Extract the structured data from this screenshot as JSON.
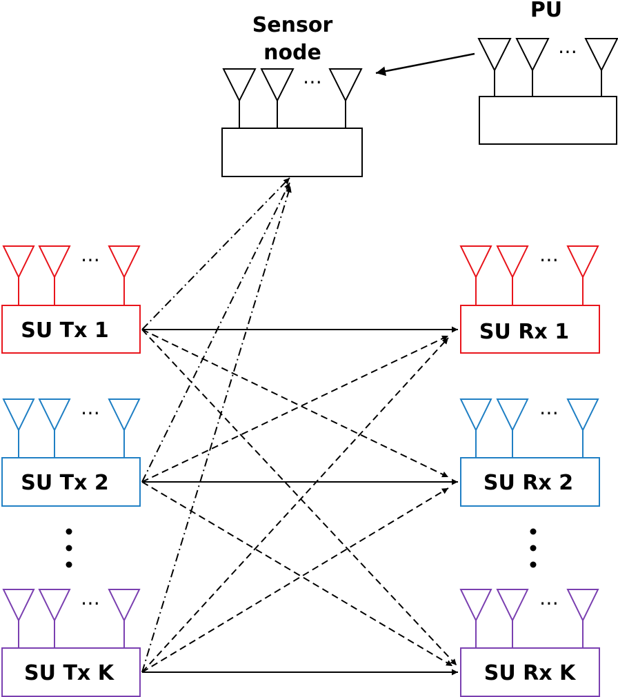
{
  "labels": {
    "pu": "PU",
    "sensor_line1": "Sensor",
    "sensor_line2": "node",
    "tx1": "SU Tx 1",
    "tx2": "SU Tx 2",
    "txk": "SU Tx K",
    "rx1": "SU Rx 1",
    "rx2": "SU Rx 2",
    "rxk": "SU Rx K"
  },
  "ellipsis": "⋯",
  "colors": {
    "node_1": "#e8141b",
    "node_2": "#1f7fc4",
    "node_k": "#7a3fb0",
    "neutral": "#000000"
  }
}
